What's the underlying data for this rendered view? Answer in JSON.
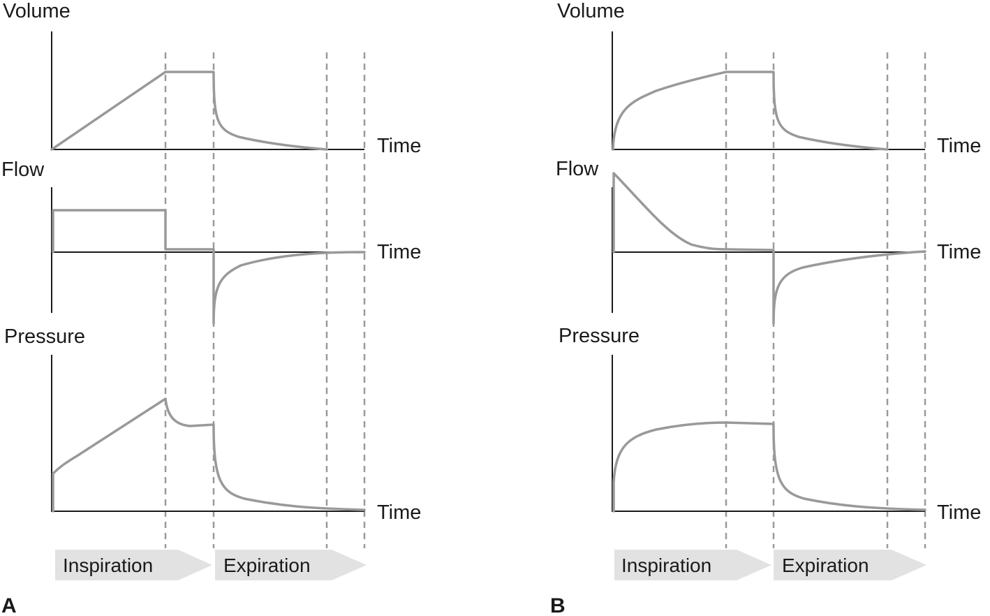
{
  "colors": {
    "curve": "#999999",
    "axis": "#1a1a1a",
    "guide": "#9a9a9a",
    "phase_fill": "#e2e2e2"
  },
  "panels": [
    {
      "letter": "A",
      "labels": {
        "volume": "Volume",
        "flow": "Flow",
        "pressure": "Pressure",
        "time": "Time"
      },
      "phases": {
        "inspiration": "Inspiration",
        "expiration": "Expiration"
      }
    },
    {
      "letter": "B",
      "labels": {
        "volume": "Volume",
        "flow": "Flow",
        "pressure": "Pressure",
        "time": "Time"
      },
      "phases": {
        "inspiration": "Inspiration",
        "expiration": "Expiration"
      }
    }
  ]
}
